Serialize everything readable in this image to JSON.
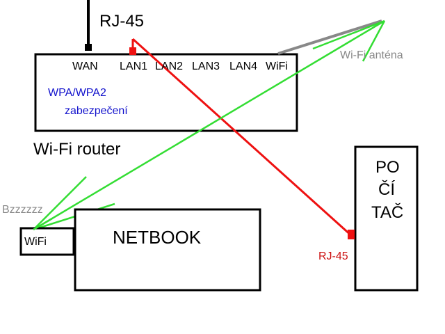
{
  "colors": {
    "black": "#000000",
    "red": "#ee1111",
    "green": "#33dd33",
    "gray": "#888888",
    "blue": "#1111cc",
    "dark_red": "#cc1111"
  },
  "labels": {
    "rj45_top": "RJ-45",
    "wan": "WAN",
    "lan1": "LAN1",
    "lan2": "LAN2",
    "lan3": "LAN3",
    "lan4": "LAN4",
    "wifi_port": "WiFi",
    "wpa": "WPA/WPA2",
    "zabezpeceni": "zabezpečení",
    "router": "Wi-Fi router",
    "antenna": "Wi-Fi anténa",
    "pc_line1": "PO",
    "pc_line2": "ČÍ",
    "pc_line3": "TAČ",
    "bzz": "Bzzzzzz",
    "netbook_wifi": "WiFi",
    "netbook": "NETBOOK",
    "rj45_pc": "RJ-45"
  }
}
